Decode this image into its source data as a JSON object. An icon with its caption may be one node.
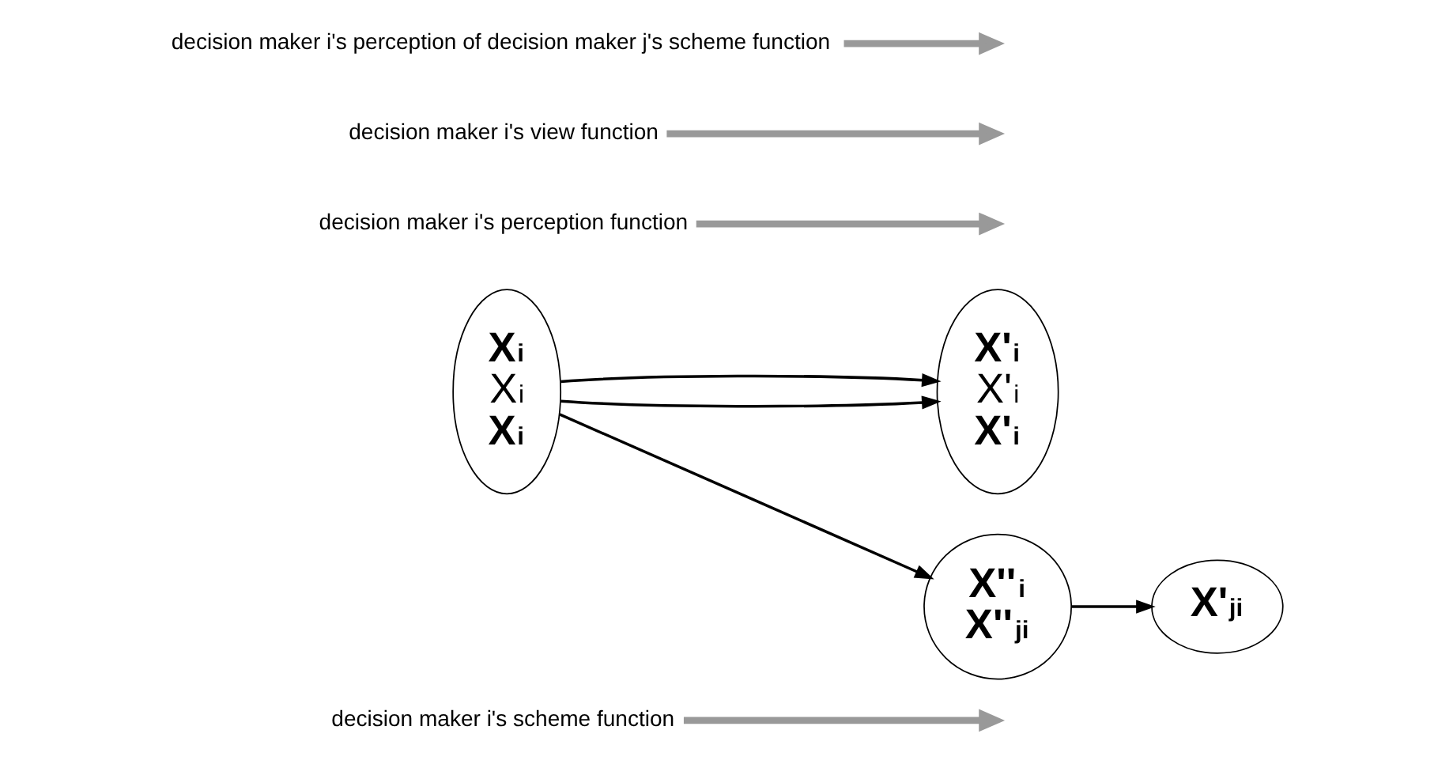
{
  "diagram": {
    "nodes": [
      {
        "text": [
          "decision maker i's scheme function"
        ]
      },
      {
        "text": [
          "X$_{i}$",
          "X$^{i}$",
          "X$^{i}$"
        ]
      },
      {
        "text": [
          "X'$_{i}$",
          "X'$_{i}$",
          "X'$_{i}$"
        ]
      },
      {
        "text": [
          "X'$_{ji}$"
        ]
      },
      {
        "text": [
          "decision maker i's perception function"
        ]
      },
      {
        "text": [
          "decision maker i's view function"
        ]
      },
      {
        "text": [
          "X''$_{i}$",
          "X''$_{ji}$"
        ]
      },
      {
        "text": [
          "decision maker i's perception of decision maker j's scheme function"
        ]
      }
    ],
    "edges": [
      {
        "from": 1,
        "to": 2,
        "arrow": "to"
      },
      {
        "from": 1,
        "to": 2,
        "arrow": "to"
      },
      {
        "from": 1,
        "to": 6,
        "arrow": "to"
      },
      {
        "from": 6,
        "to": 3,
        "arrow": "to"
      },
      {
        "from": 0,
        "to": null,
        "arrow": "to",
        "style": "thick",
        "color": "#999999"
      },
      {
        "from": 4,
        "to": null,
        "arrow": "to",
        "style": "thick",
        "color": "#999999"
      },
      {
        "from": 5,
        "to": null,
        "arrow": "to",
        "style": "thick",
        "color": "#999999"
      },
      {
        "from": 7,
        "to": null,
        "arrow": "to",
        "style": "thick",
        "color": "#999999"
      }
    ]
  }
}
